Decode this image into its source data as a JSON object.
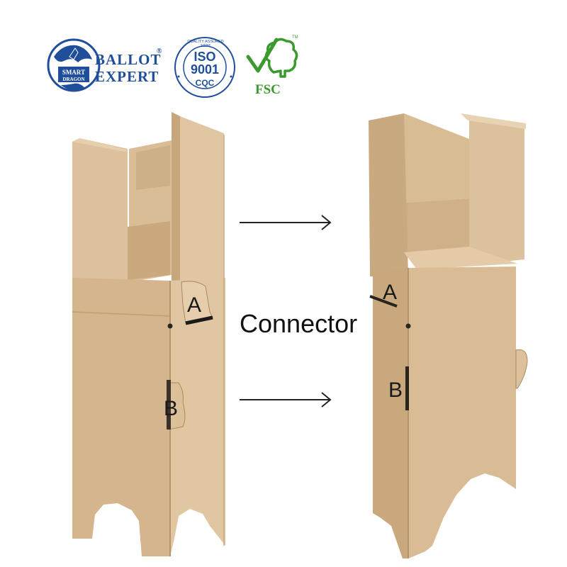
{
  "logos": {
    "ballot": {
      "line1": "BALLOT",
      "line2": "EXPERT",
      "badge_top": "SMART",
      "badge_bottom": "DRAGON",
      "reg": "®"
    },
    "iso": {
      "ring_text": "QUALITY ASSURED FIRM",
      "top": "ISO",
      "middle": "9001",
      "bottom": "CQC"
    },
    "fsc": {
      "text": "FSC",
      "tm": "TM"
    }
  },
  "labels": {
    "connector": "Connector",
    "left_a": "A",
    "left_b": "B",
    "right_a": "A",
    "right_b": "B"
  },
  "colors": {
    "cardboard": "#d3b48c",
    "cardboard_light": "#e2c8a2",
    "cardboard_dark": "#b89669",
    "logo_blue": "#1f4e9a",
    "fsc_green": "#3a9a2e",
    "arrow": "#222222"
  }
}
